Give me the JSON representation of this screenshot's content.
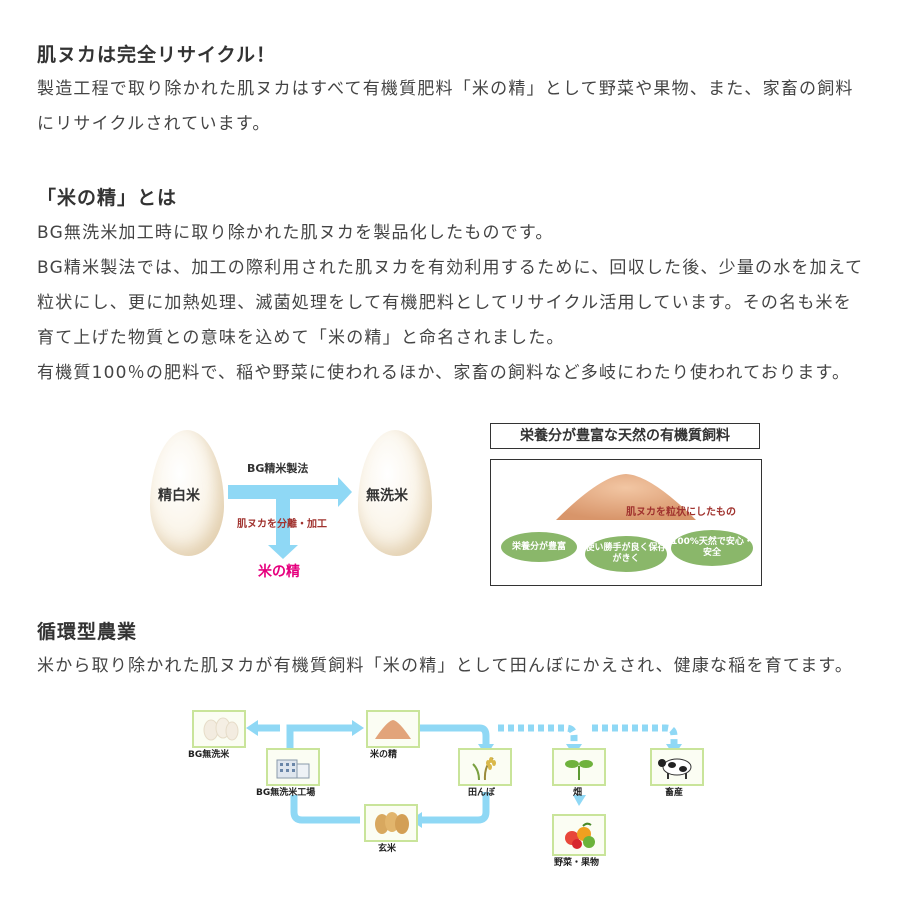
{
  "section1": {
    "heading": "肌ヌカは完全リサイクル！",
    "text": "製造工程で取り除かれた肌ヌカはすべて有機質肥料「米の精」として野菜や果物、また、家畜の飼料にリサイクルされています。"
  },
  "section2": {
    "heading": "「米の精」とは",
    "para1": "BG無洗米加工時に取り除かれた肌ヌカを製品化したものです。",
    "para2": "BG精米製法では、加工の際利用された肌ヌカを有効利用するために、回収した後、少量の水を加えて粒状にし、更に加熱処理、滅菌処理をして有機肥料としてリサイクル活用しています。その名も米を育て上げた物質との意味を込めて「米の精」と命名されました。",
    "para3": "有機質100％の肥料で、稲や野菜に使われるほか、家畜の飼料など多岐にわたり使われております。"
  },
  "diagram1": {
    "left_grain": "精白米",
    "right_grain": "無洗米",
    "arrow_label": "BG精米製法",
    "branch_label": "肌ヌカを分離・加工",
    "result": "米の精"
  },
  "panel": {
    "title": "栄養分が豊富な天然の有機質飼料",
    "pile_label": "肌ヌカを粒状にしたもの",
    "oval1": "栄養分が豊富",
    "oval2": "使い勝手が良く保存がきく",
    "oval3": "100%天然で安心・安全"
  },
  "section3": {
    "heading": "循環型農業",
    "text": "米から取り除かれた肌ヌカが有機質飼料「米の精」として田んぼにかえされ、健康な稲を育てます。"
  },
  "cycle": {
    "bg_rice": "BG無洗米",
    "factory": "BG無洗米工場",
    "komenosei": "米の精",
    "paddy": "田んぼ",
    "brown_rice": "玄米",
    "field": "畑",
    "livestock": "畜産",
    "vegetables": "野菜・果物"
  },
  "colors": {
    "arrow_blue": "#8fd8f5",
    "result_pink": "#e6007e",
    "oval_green": "#8ab76a",
    "tile_green": "#c9e49a"
  }
}
